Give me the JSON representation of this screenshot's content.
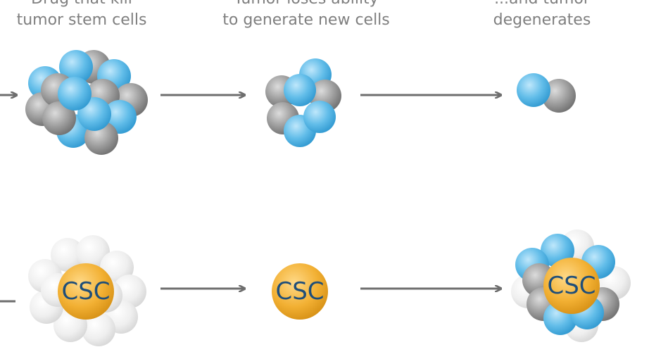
{
  "captions": [
    {
      "line1": "Drug that kill",
      "line2": "tumor stem cells"
    },
    {
      "line1": "Tumor loses ability",
      "line2": "to generate new cells"
    },
    {
      "line1": "...and tumor",
      "line2": "degenerates"
    }
  ],
  "csc_label": "CSC",
  "colors": {
    "blue_cell": "#5bb8e8",
    "gray_cell": "#9a9a9a",
    "ghost_cell": "#e6e6e6",
    "csc_fill": "#f2b033",
    "csc_text": "#1f4e79",
    "arrow": "#6e6e6e",
    "caption": "#7f7f7f"
  }
}
